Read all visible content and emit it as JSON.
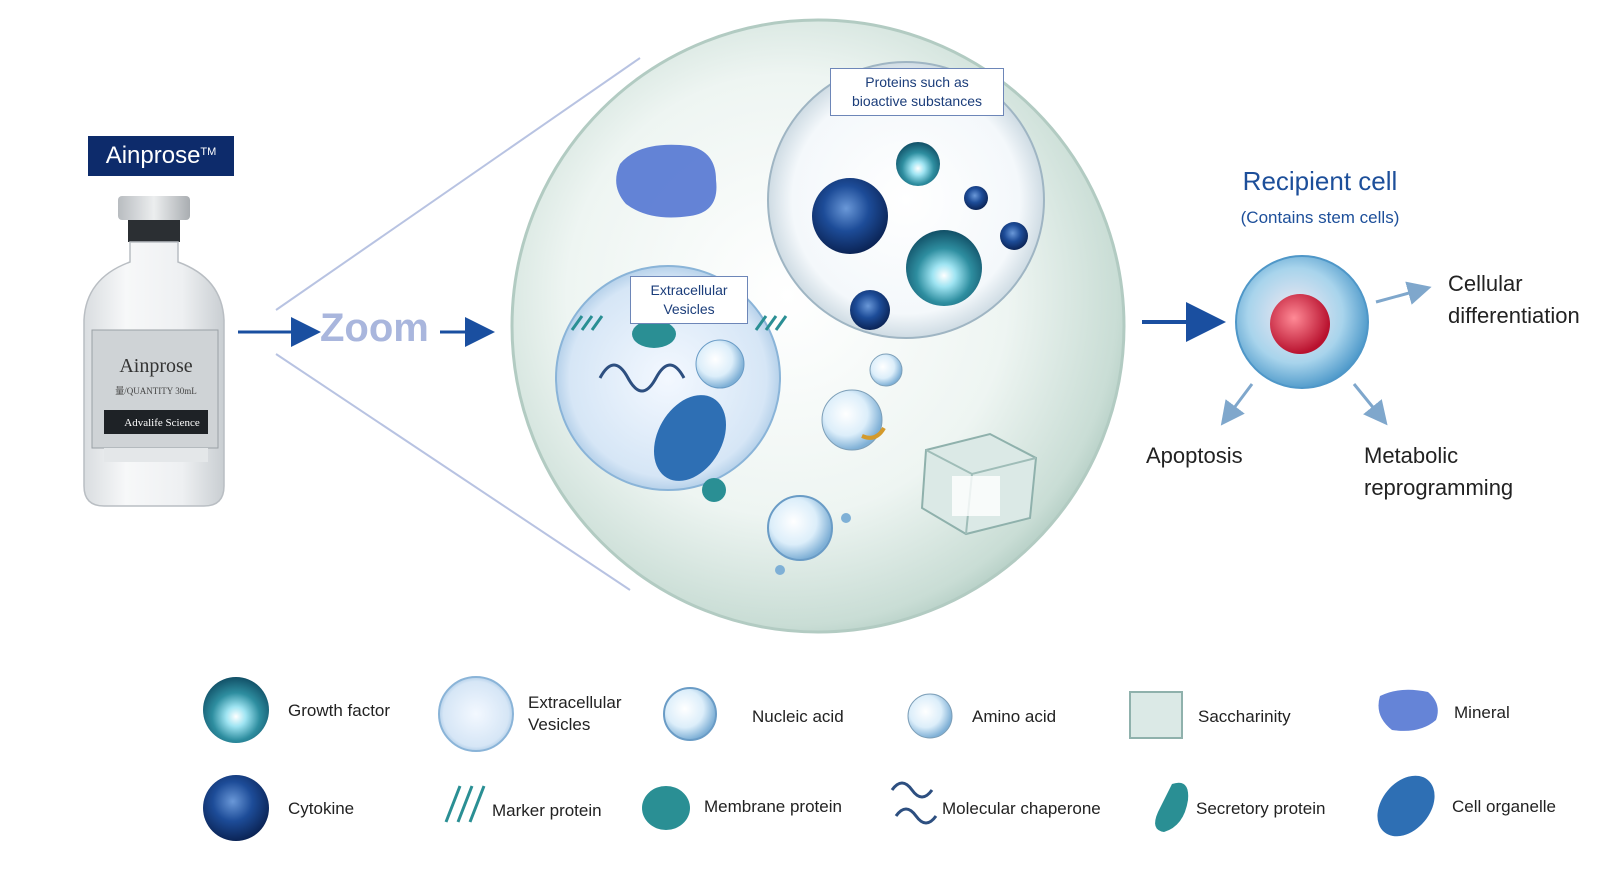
{
  "product": {
    "brand_name": "Ainprose",
    "trademark": "TM",
    "bottle_label_name": "Ainprose",
    "bottle_quantity": "量/QUANTITY 30mL",
    "bottle_maker": "Advalife Science"
  },
  "zoom": {
    "label": "Zoom"
  },
  "vesicle_labels": {
    "extracellular_vesicles": "Extracellular Vesicles",
    "proteins": "Proteins such as bioactive substances"
  },
  "recipient": {
    "title": "Recipient cell",
    "subtitle": "(Contains stem cells)",
    "outcomes": {
      "differentiation": "Cellular differentiation",
      "apoptosis": "Apoptosis",
      "metabolic": "Metabolic reprogramming"
    }
  },
  "legend": {
    "row1": [
      "Growth factor",
      "Extracellular Vesicles",
      "Nucleic acid",
      "Amino acid",
      "Saccharinity",
      "Mineral"
    ],
    "row2": [
      "Cytokine",
      "Marker protein",
      "Membrane protein",
      "Molecular chaperone",
      "Secretory protein",
      "Cell organelle"
    ]
  },
  "colors": {
    "brand_navy": "#0d2b6b",
    "arrow_blue": "#1a4fa0",
    "zoom_text": "#a9b6dd",
    "teal": "#2a8f94",
    "cell_nucleus": "#d8304a"
  }
}
